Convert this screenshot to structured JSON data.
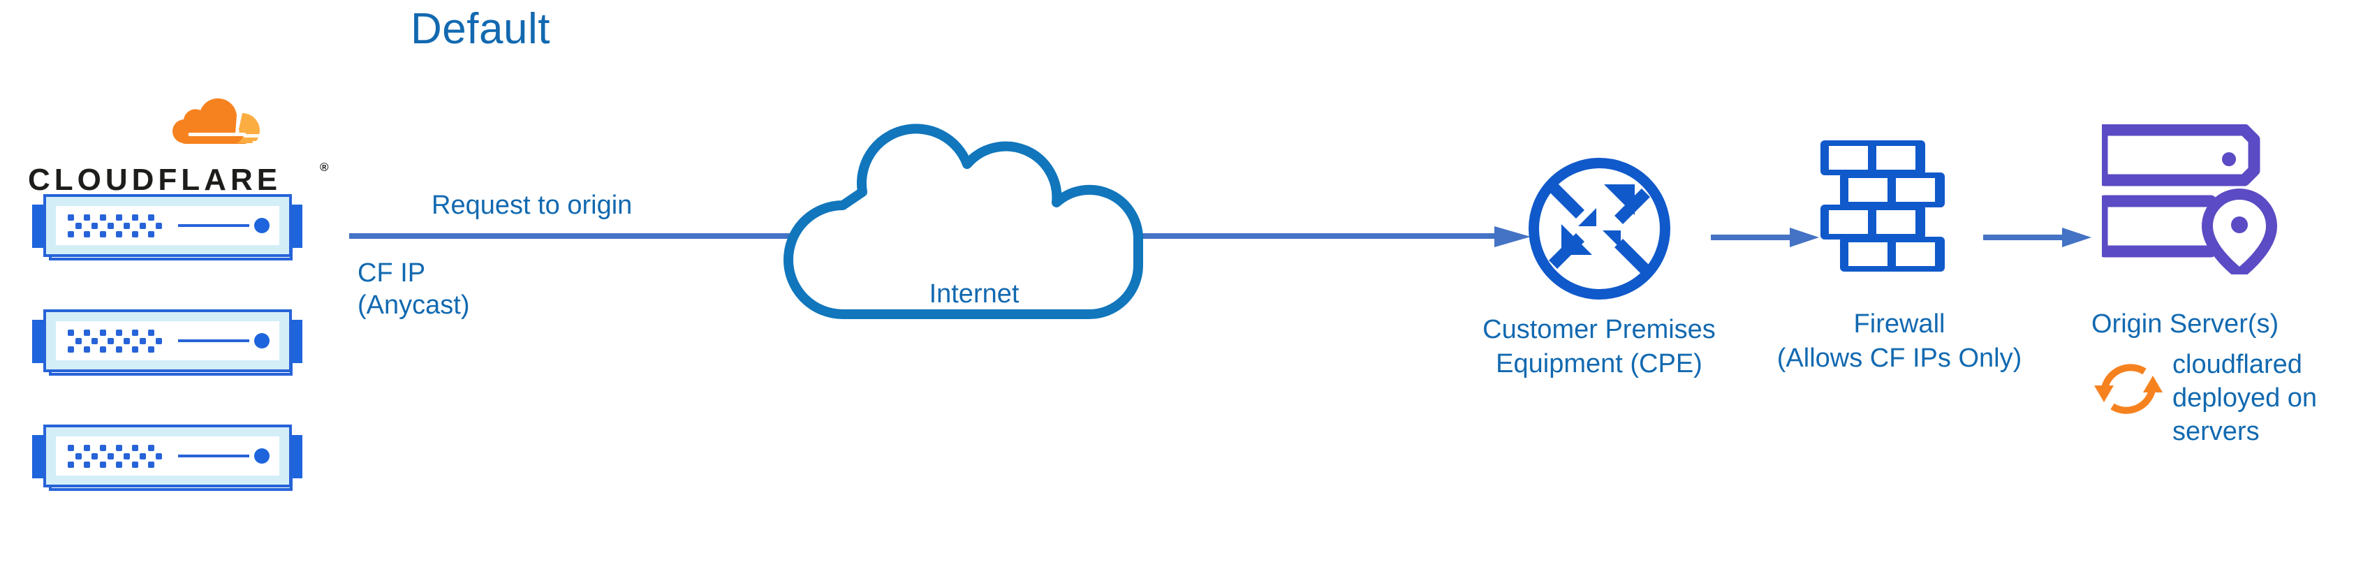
{
  "diagram": {
    "title": "Default",
    "type": "network-flow-diagram",
    "colors": {
      "label_blue": "#1269b0",
      "arrow_blue": "#4472c4",
      "icon_blue": "#1059ca",
      "cloud_outline_blue": "#1176bc",
      "origin_purple": "#5b4bc4",
      "cloudflare_orange": "#f6821f",
      "cloudflare_orange_light": "#fbad41",
      "server_fill_light": "#d4eef8",
      "server_border": "#2663d8",
      "background": "#ffffff"
    }
  },
  "brand": {
    "wordmark": "CLOUDFLARE",
    "trademark": "®",
    "logo_icon_name": "cloudflare-cloud-logo"
  },
  "servers": {
    "count": 3,
    "icon_name": "rack-server-unit",
    "items": [
      {
        "index": 1
      },
      {
        "index": 2
      },
      {
        "index": 3
      }
    ]
  },
  "flow": {
    "request_label": "Request to origin",
    "source_ip_label_line1": "CF IP",
    "source_ip_label_line2": "(Anycast)",
    "arrows": [
      {
        "name": "servers-to-cpe",
        "direction": "right"
      },
      {
        "name": "cpe-to-firewall",
        "direction": "right"
      },
      {
        "name": "firewall-to-origin",
        "direction": "right"
      }
    ]
  },
  "nodes": {
    "internet": {
      "label": "Internet",
      "icon_name": "cloud-icon"
    },
    "cpe": {
      "label_line1": "Customer Premises",
      "label_line2": "Equipment (CPE)",
      "icon_name": "router-icon"
    },
    "firewall": {
      "label_line1": "Firewall",
      "label_line2": "(Allows CF IPs Only)",
      "icon_name": "brick-wall-icon"
    },
    "origin": {
      "label": "Origin Server(s)",
      "icon_name": "server-location-pin-icon"
    }
  },
  "annotations": {
    "cloudflared": {
      "icon_name": "sync-refresh-icon",
      "text_line1": "cloudflared",
      "text_line2": "deployed on",
      "text_line3": "servers"
    }
  }
}
